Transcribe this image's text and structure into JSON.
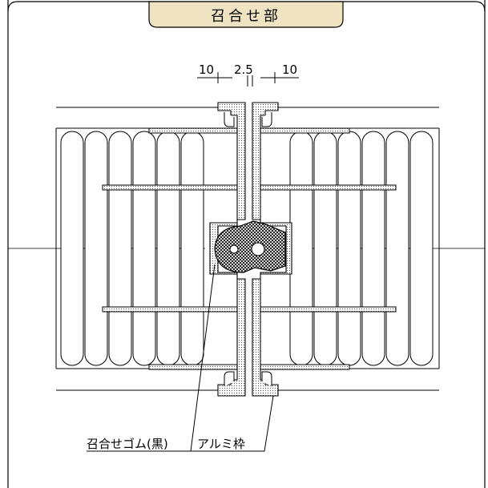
{
  "header": {
    "title": "召合せ部"
  },
  "dimensions": {
    "left": "10",
    "center": "2.5",
    "right": "10"
  },
  "callouts": {
    "gasket": "召合せゴム(黒)",
    "frame": "アルミ枠"
  },
  "colors": {
    "title_bg": "#efe3c2",
    "line": "#000000",
    "fill_dots": "#d9d9d9"
  }
}
